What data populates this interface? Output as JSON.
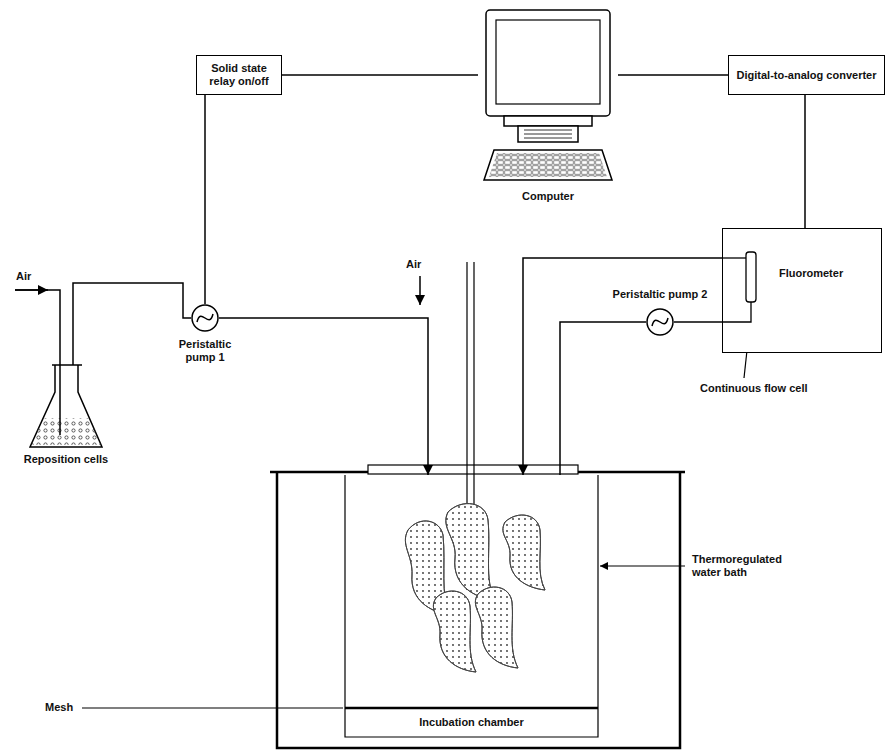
{
  "diagram": {
    "nodes": [
      {
        "text": [
          "Solid state relay on/off"
        ]
      },
      {
        "text": [
          "Computer"
        ]
      },
      {
        "text": [
          "Digital-to-analog converter"
        ]
      },
      {
        "text": [
          "Fluorometer"
        ]
      },
      {
        "text": [
          "Peristaltic pump 1"
        ]
      },
      {
        "text": [
          "Peristaltic pump 2"
        ]
      },
      {
        "text": [
          "Reposition cells"
        ]
      },
      {
        "text": [
          "Incubation chamber"
        ]
      }
    ],
    "edges": [
      {
        "from": 0,
        "to": 1,
        "arrow": "none"
      },
      {
        "from": 1,
        "to": 2,
        "arrow": "none"
      },
      {
        "from": 2,
        "to": 3,
        "arrow": "none"
      },
      {
        "from": 0,
        "to": 4,
        "arrow": "none"
      },
      {
        "from": 6,
        "to": 4,
        "arrow": "none"
      },
      {
        "from": 4,
        "to": 7,
        "arrow": "to"
      },
      {
        "from": 3,
        "to": 7,
        "arrow": "to"
      },
      {
        "from": 7,
        "to": 5,
        "arrow": "none"
      },
      {
        "from": 5,
        "to": 3,
        "arrow": "none"
      }
    ],
    "labels": [
      "Air",
      "Air",
      "Continuous flow cell",
      "Thermoregulated water bath",
      "Mesh"
    ]
  }
}
